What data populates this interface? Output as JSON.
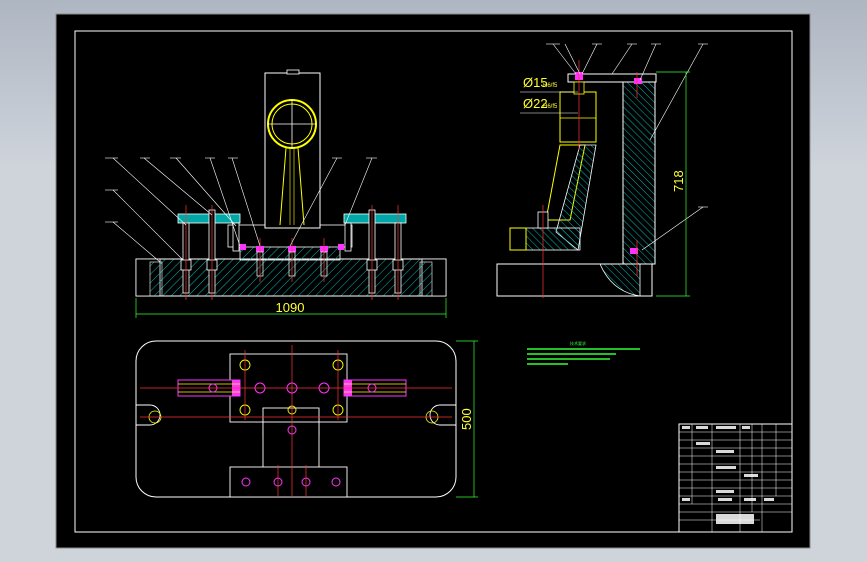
{
  "drawing": {
    "dimension_width_front": "1090",
    "dimension_height_side": "718",
    "dimension_height_plan": "500",
    "tolerance_1": "Ø15",
    "tolerance_1_fit": "H6/f5",
    "tolerance_2": "Ø22",
    "tolerance_2_fit": "H6/f5",
    "notes_title": "技术要求",
    "title_block_label": "尺寸"
  },
  "colors": {
    "sheet": "#000000",
    "frame": "#ffffff",
    "outline": "#ffffff",
    "hatch": "#00ffff",
    "dimension": "#33ff33",
    "centerline": "#ff3333",
    "part_yellow": "#ffff00",
    "part_magenta": "#ff33ff",
    "notes": "#33ff33"
  }
}
